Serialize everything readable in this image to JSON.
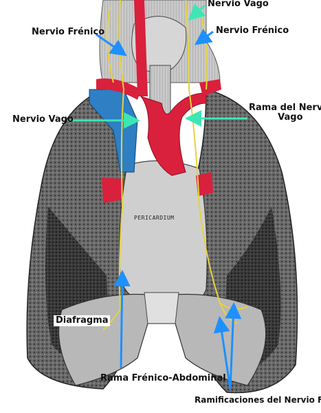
{
  "labels": {
    "vago_top": "Nervio Vago",
    "frenico_left": "Nervio Frénico",
    "frenico_right": "Nervio Frénico",
    "vago_left": "Nervio Vago",
    "rama_vago": "Rama del Nervio\nVago",
    "diafragma": "Diafragma",
    "rama_frenico_abdominal": "Rama Frénico-Abdominal",
    "ramificaciones": "Ramificaciones del Nervio Frénico",
    "pericardium": "PERICARDIUM"
  },
  "colors": {
    "arrow_blue": "#1E90FF",
    "arrow_green": "#3EE6B5",
    "artery": "#D9203C",
    "vein": "#2E7FC4",
    "nerve": "#E6D33A",
    "lung": "#5a5a5a",
    "lung_dark": "#2e2e2e"
  }
}
